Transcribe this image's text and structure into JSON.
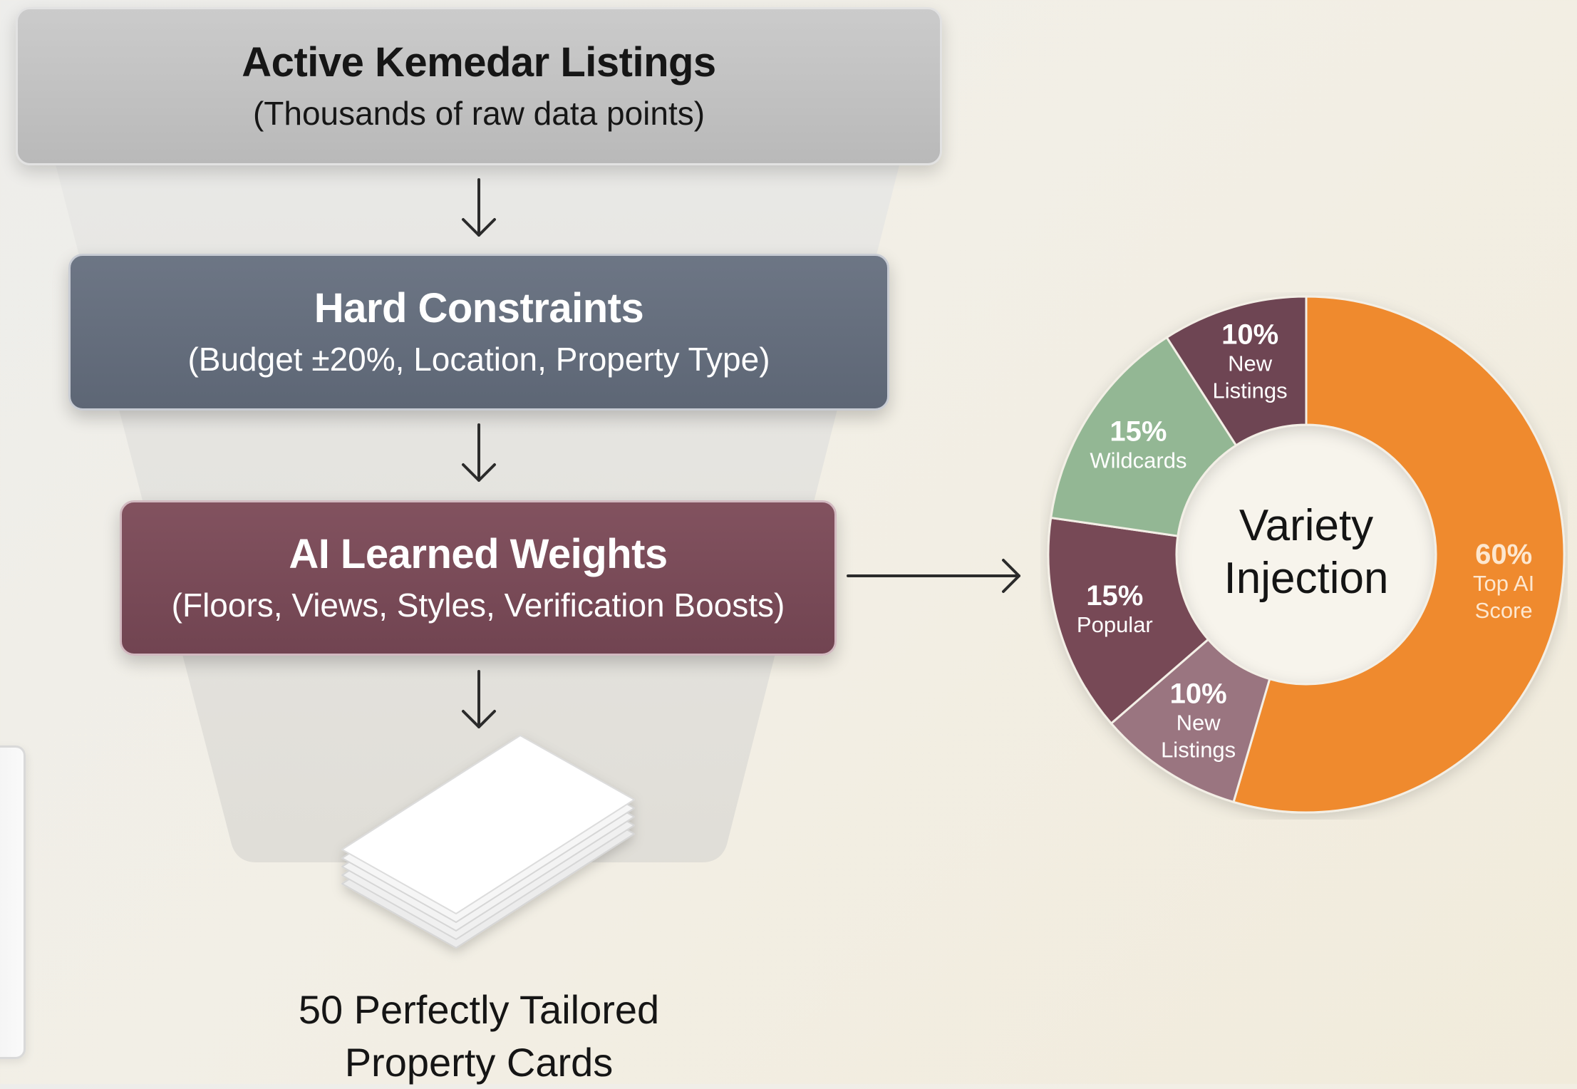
{
  "funnel": {
    "stages": [
      {
        "title": "Active Kemedar Listings",
        "subtitle": "(Thousands of raw data points)",
        "color": "#c2c2c2"
      },
      {
        "title": "Hard Constraints",
        "subtitle": "(Budget ±20%, Location, Property Type)",
        "color": "#646d7c"
      },
      {
        "title": "AI Learned Weights",
        "subtitle": "(Floors, Views, Styles, Verification Boosts)",
        "color": "#7a4b58"
      }
    ],
    "result": {
      "line1": "50 Perfectly Tailored",
      "line2": "Property Cards",
      "icon": "card-stack-icon"
    }
  },
  "variety": {
    "center_line1": "Variety",
    "center_line2": "Injection",
    "segments": [
      {
        "pct": "60%",
        "label": [
          "Top AI",
          "Score"
        ],
        "value": 60,
        "color": "#ef8a2f"
      },
      {
        "pct": "10%",
        "label": [
          "New",
          "Listings"
        ],
        "value": 10,
        "color": "#9a7580"
      },
      {
        "pct": "15%",
        "label": [
          "Popular"
        ],
        "value": 15,
        "color": "#774a57"
      },
      {
        "pct": "15%",
        "label": [
          "Wildcards"
        ],
        "value": 15,
        "color": "#93b794"
      },
      {
        "pct": "10%",
        "label": [
          "New",
          "Listings"
        ],
        "value": 10,
        "color": "#6e4553"
      }
    ]
  }
}
